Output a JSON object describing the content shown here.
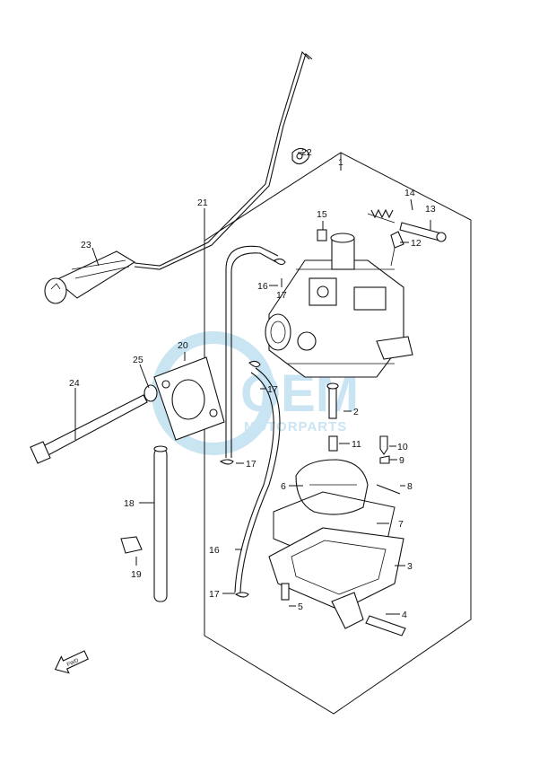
{
  "watermark": {
    "brand": "OEM",
    "tagline": "MOTORPARTS",
    "color": "#9ecfe8"
  },
  "callouts": [
    {
      "id": "c1",
      "label": "1"
    },
    {
      "id": "c2",
      "label": "2"
    },
    {
      "id": "c3",
      "label": "3"
    },
    {
      "id": "c4",
      "label": "4"
    },
    {
      "id": "c5",
      "label": "5"
    },
    {
      "id": "c6",
      "label": "6"
    },
    {
      "id": "c7",
      "label": "7"
    },
    {
      "id": "c8",
      "label": "8"
    },
    {
      "id": "c9",
      "label": "9"
    },
    {
      "id": "c10",
      "label": "10"
    },
    {
      "id": "c11",
      "label": "11"
    },
    {
      "id": "c12",
      "label": "12"
    },
    {
      "id": "c13",
      "label": "13"
    },
    {
      "id": "c14",
      "label": "14"
    },
    {
      "id": "c15",
      "label": "15"
    },
    {
      "id": "c16a",
      "label": "16"
    },
    {
      "id": "c16b",
      "label": "16"
    },
    {
      "id": "c17a",
      "label": "17"
    },
    {
      "id": "c17b",
      "label": "17"
    },
    {
      "id": "c17c",
      "label": "17"
    },
    {
      "id": "c17d",
      "label": "17"
    },
    {
      "id": "c18",
      "label": "18"
    },
    {
      "id": "c19",
      "label": "19"
    },
    {
      "id": "c20",
      "label": "20"
    },
    {
      "id": "c21",
      "label": "21"
    },
    {
      "id": "c22",
      "label": "22"
    },
    {
      "id": "c23",
      "label": "23"
    },
    {
      "id": "c24",
      "label": "24"
    },
    {
      "id": "c25",
      "label": "25"
    }
  ],
  "fwd_marker": "FWD",
  "icons": {
    "fwd": "fwd-arrow-icon"
  }
}
